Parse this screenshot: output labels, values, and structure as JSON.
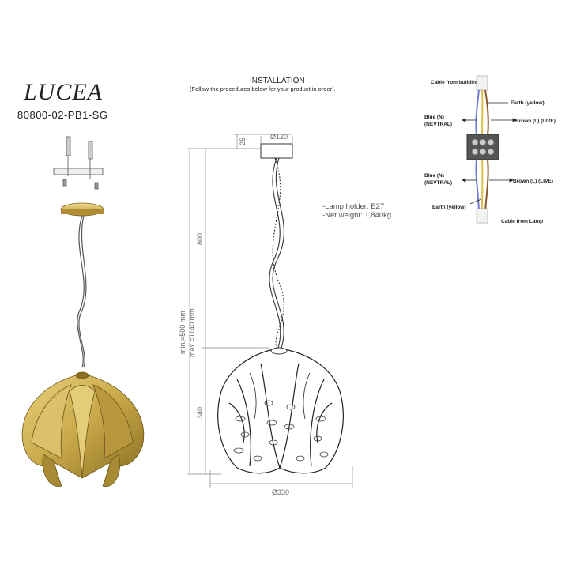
{
  "product": {
    "name": "LUCEA",
    "code": "80800-02-PB1-SG"
  },
  "installation": {
    "title": "INSTALLATION",
    "subtitle": "(Follow the procedures below for your product in order)."
  },
  "specs": [
    "-Lamp holder: E27",
    "-Net weight: 1,840kg"
  ],
  "dimensions": {
    "canopy_height": "25",
    "canopy_diameter": "Ø120",
    "chain_length": "800",
    "shade_height": "340",
    "shade_diameter": "Ø330",
    "min_length": "min.=500 mm",
    "max_length": "max.=1140 mm"
  },
  "wiring": {
    "cable_from_building": "Cable from building",
    "earth_top": "Earth (yellow)",
    "blue_top": "Blue (N)",
    "neutral_top": "(NEVTRAL)",
    "brown_top": "Brown (L) (LIVE)",
    "blue_bottom": "Blue (N)",
    "neutral_bottom": "(NEVTRAL)",
    "brown_bottom": "Brown (L) (LIVE)",
    "earth_bottom": "Earth (yellow)",
    "cable_from_lamp": "Cable from Lamp"
  },
  "colors": {
    "gold": "#c9a94a",
    "gold_dark": "#8a6f22",
    "line": "#333333",
    "dim_line": "#888888",
    "wire_blue": "#6f7bd6",
    "wire_brown": "#8b5a2b",
    "wire_yellow": "#d9c24a"
  }
}
